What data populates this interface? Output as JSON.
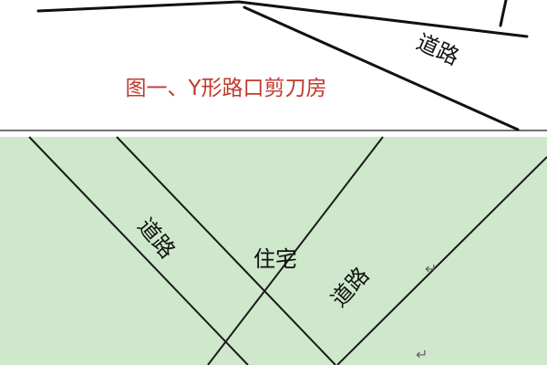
{
  "top_panel": {
    "caption": "图一、Y形路口剪刀房",
    "road_label": "道路",
    "caption_color": "#c0392b"
  },
  "bottom_panel": {
    "background_color": "#cfe8cc",
    "left_road_label": "道路",
    "right_road_label": "道路",
    "house_label": "住宅",
    "return_mark": "↵"
  }
}
